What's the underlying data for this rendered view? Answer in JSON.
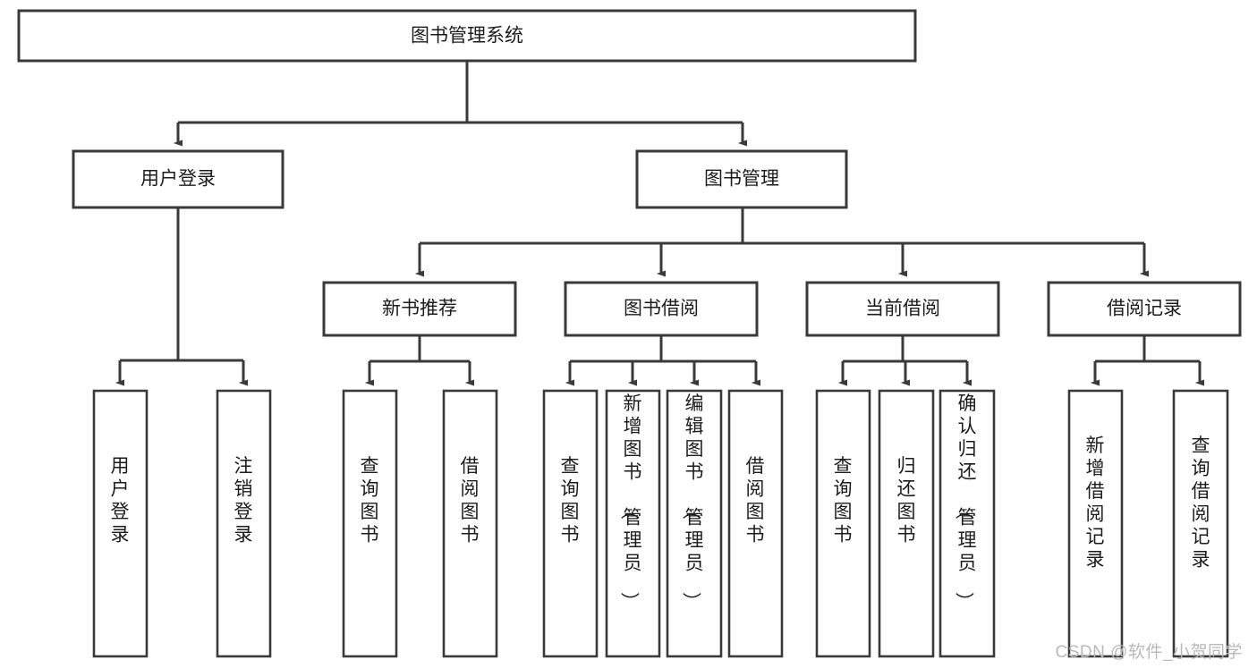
{
  "diagram": {
    "title": "图书管理系统",
    "type": "hierarchy-tree",
    "watermark": "CSDN @软件_小贺同学",
    "colors": {
      "stroke": "#3a3a3a",
      "fill": "#ffffff",
      "text": "#1c1c1c",
      "watermark": "#b9b9b9"
    },
    "root": {
      "label": "图书管理系统"
    },
    "level2": [
      {
        "label": "用户登录"
      },
      {
        "label": "图书管理"
      }
    ],
    "level3": [
      {
        "label": "新书推荐"
      },
      {
        "label": "图书借阅"
      },
      {
        "label": "当前借阅"
      },
      {
        "label": "借阅记录"
      }
    ],
    "leaves": {
      "user_login": [
        {
          "label": "用户登录"
        },
        {
          "label": "注销登录"
        }
      ],
      "new_book_recommend": [
        {
          "label": "查询图书"
        },
        {
          "label": "借阅图书"
        }
      ],
      "book_borrow": [
        {
          "label": "查询图书"
        },
        {
          "label": "新增图书（管理员）"
        },
        {
          "label": "编辑图书（管理员）"
        },
        {
          "label": "借阅图书"
        }
      ],
      "current_borrow": [
        {
          "label": "查询图书"
        },
        {
          "label": "归还图书"
        },
        {
          "label": "确认归还（管理员）"
        }
      ],
      "borrow_record": [
        {
          "label": "新增借阅记录"
        },
        {
          "label": "查询借阅记录"
        }
      ]
    }
  }
}
